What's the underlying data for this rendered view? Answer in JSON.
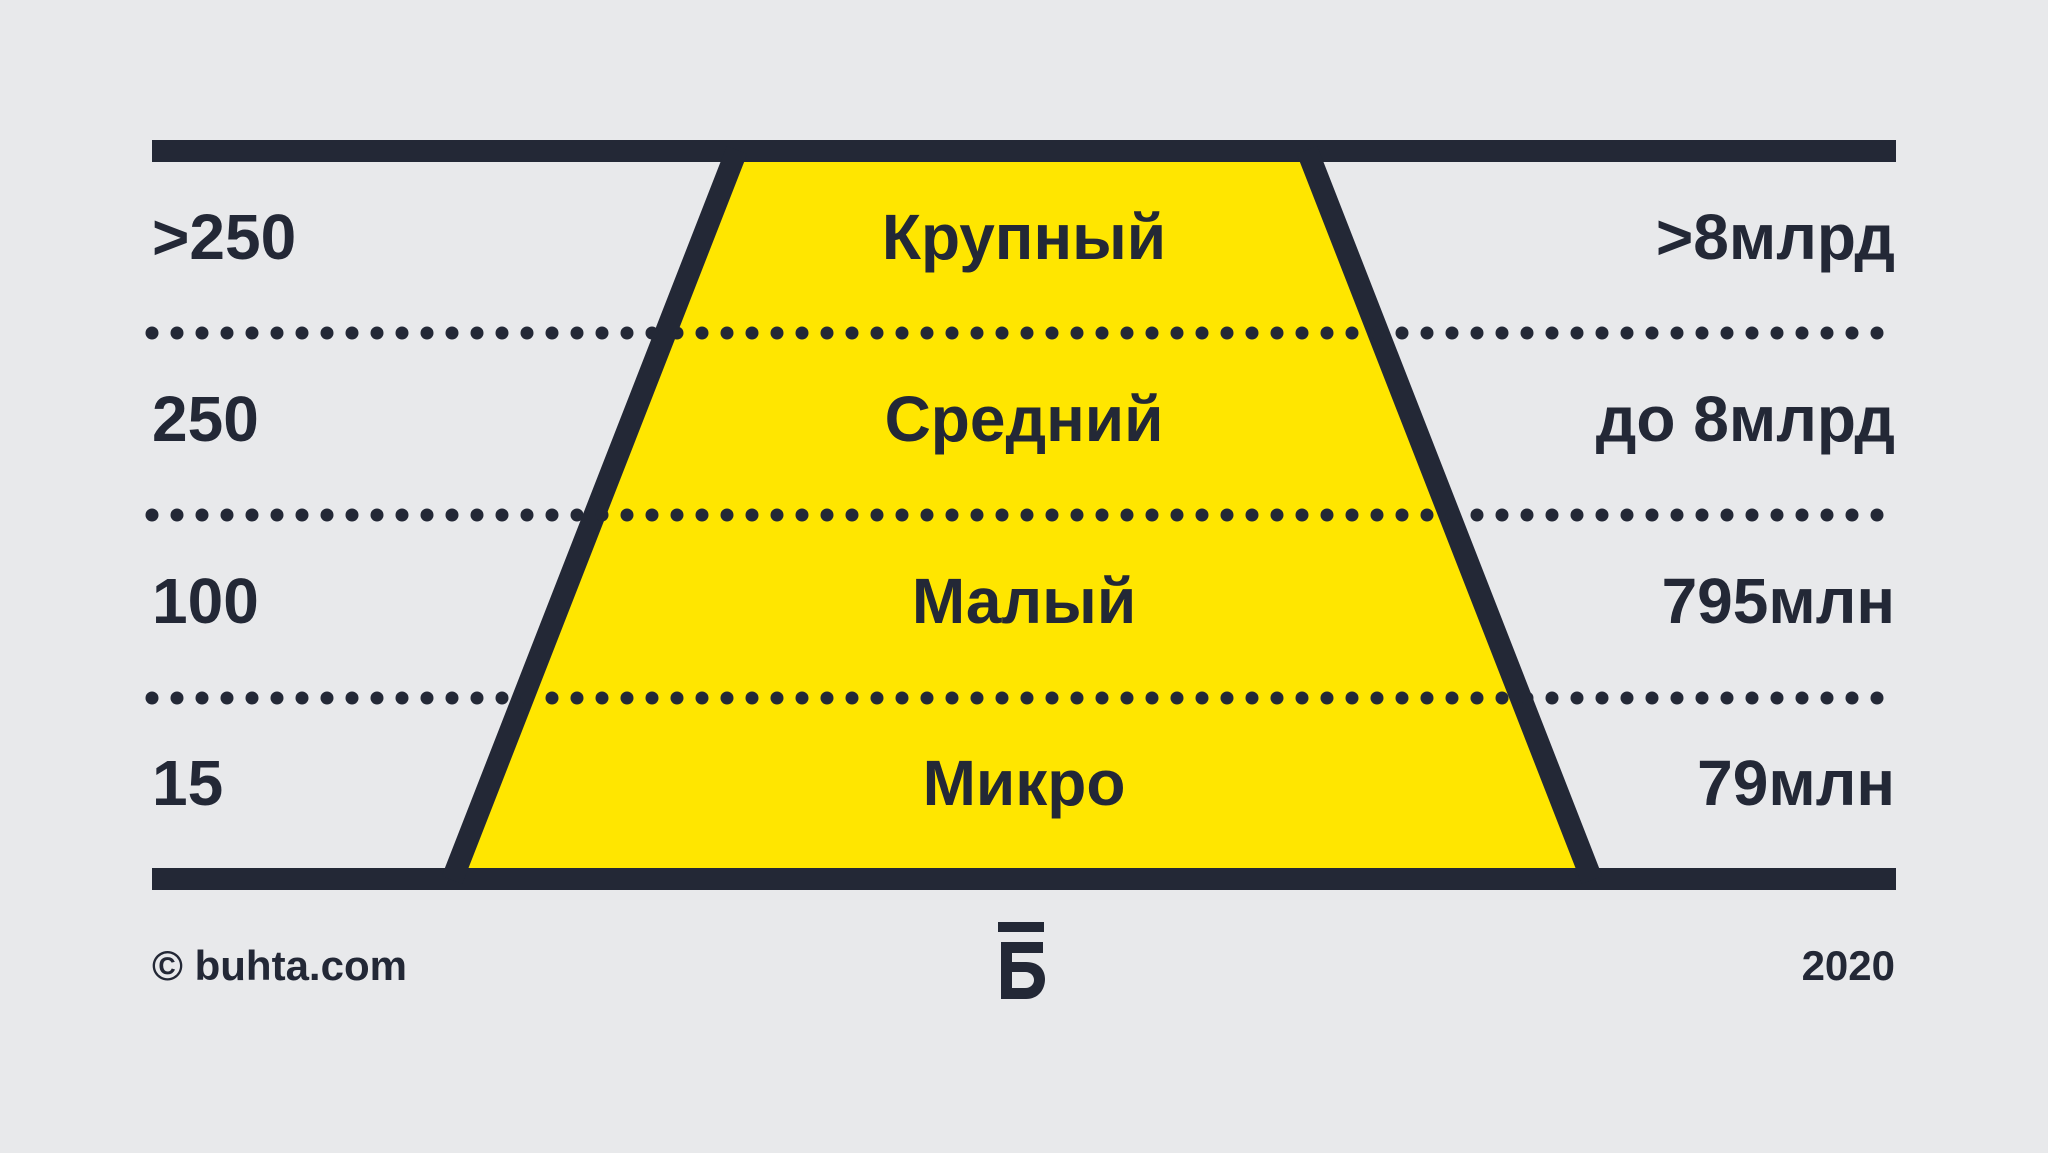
{
  "colors": {
    "background": "#e8e9eb",
    "ink": "#232836",
    "fill": "#ffe600"
  },
  "tiers": [
    {
      "count": ">250",
      "name": "Крупный",
      "revenue": ">8млрд"
    },
    {
      "count": "250",
      "name": "Средний",
      "revenue": "до 8млрд"
    },
    {
      "count": "100",
      "name": "Малый",
      "revenue": "795млн"
    },
    {
      "count": "15",
      "name": "Микро",
      "revenue": "79млн"
    }
  ],
  "footer": {
    "copyright": "© buhta.com",
    "logo_letter": "Б",
    "year": "2020"
  }
}
